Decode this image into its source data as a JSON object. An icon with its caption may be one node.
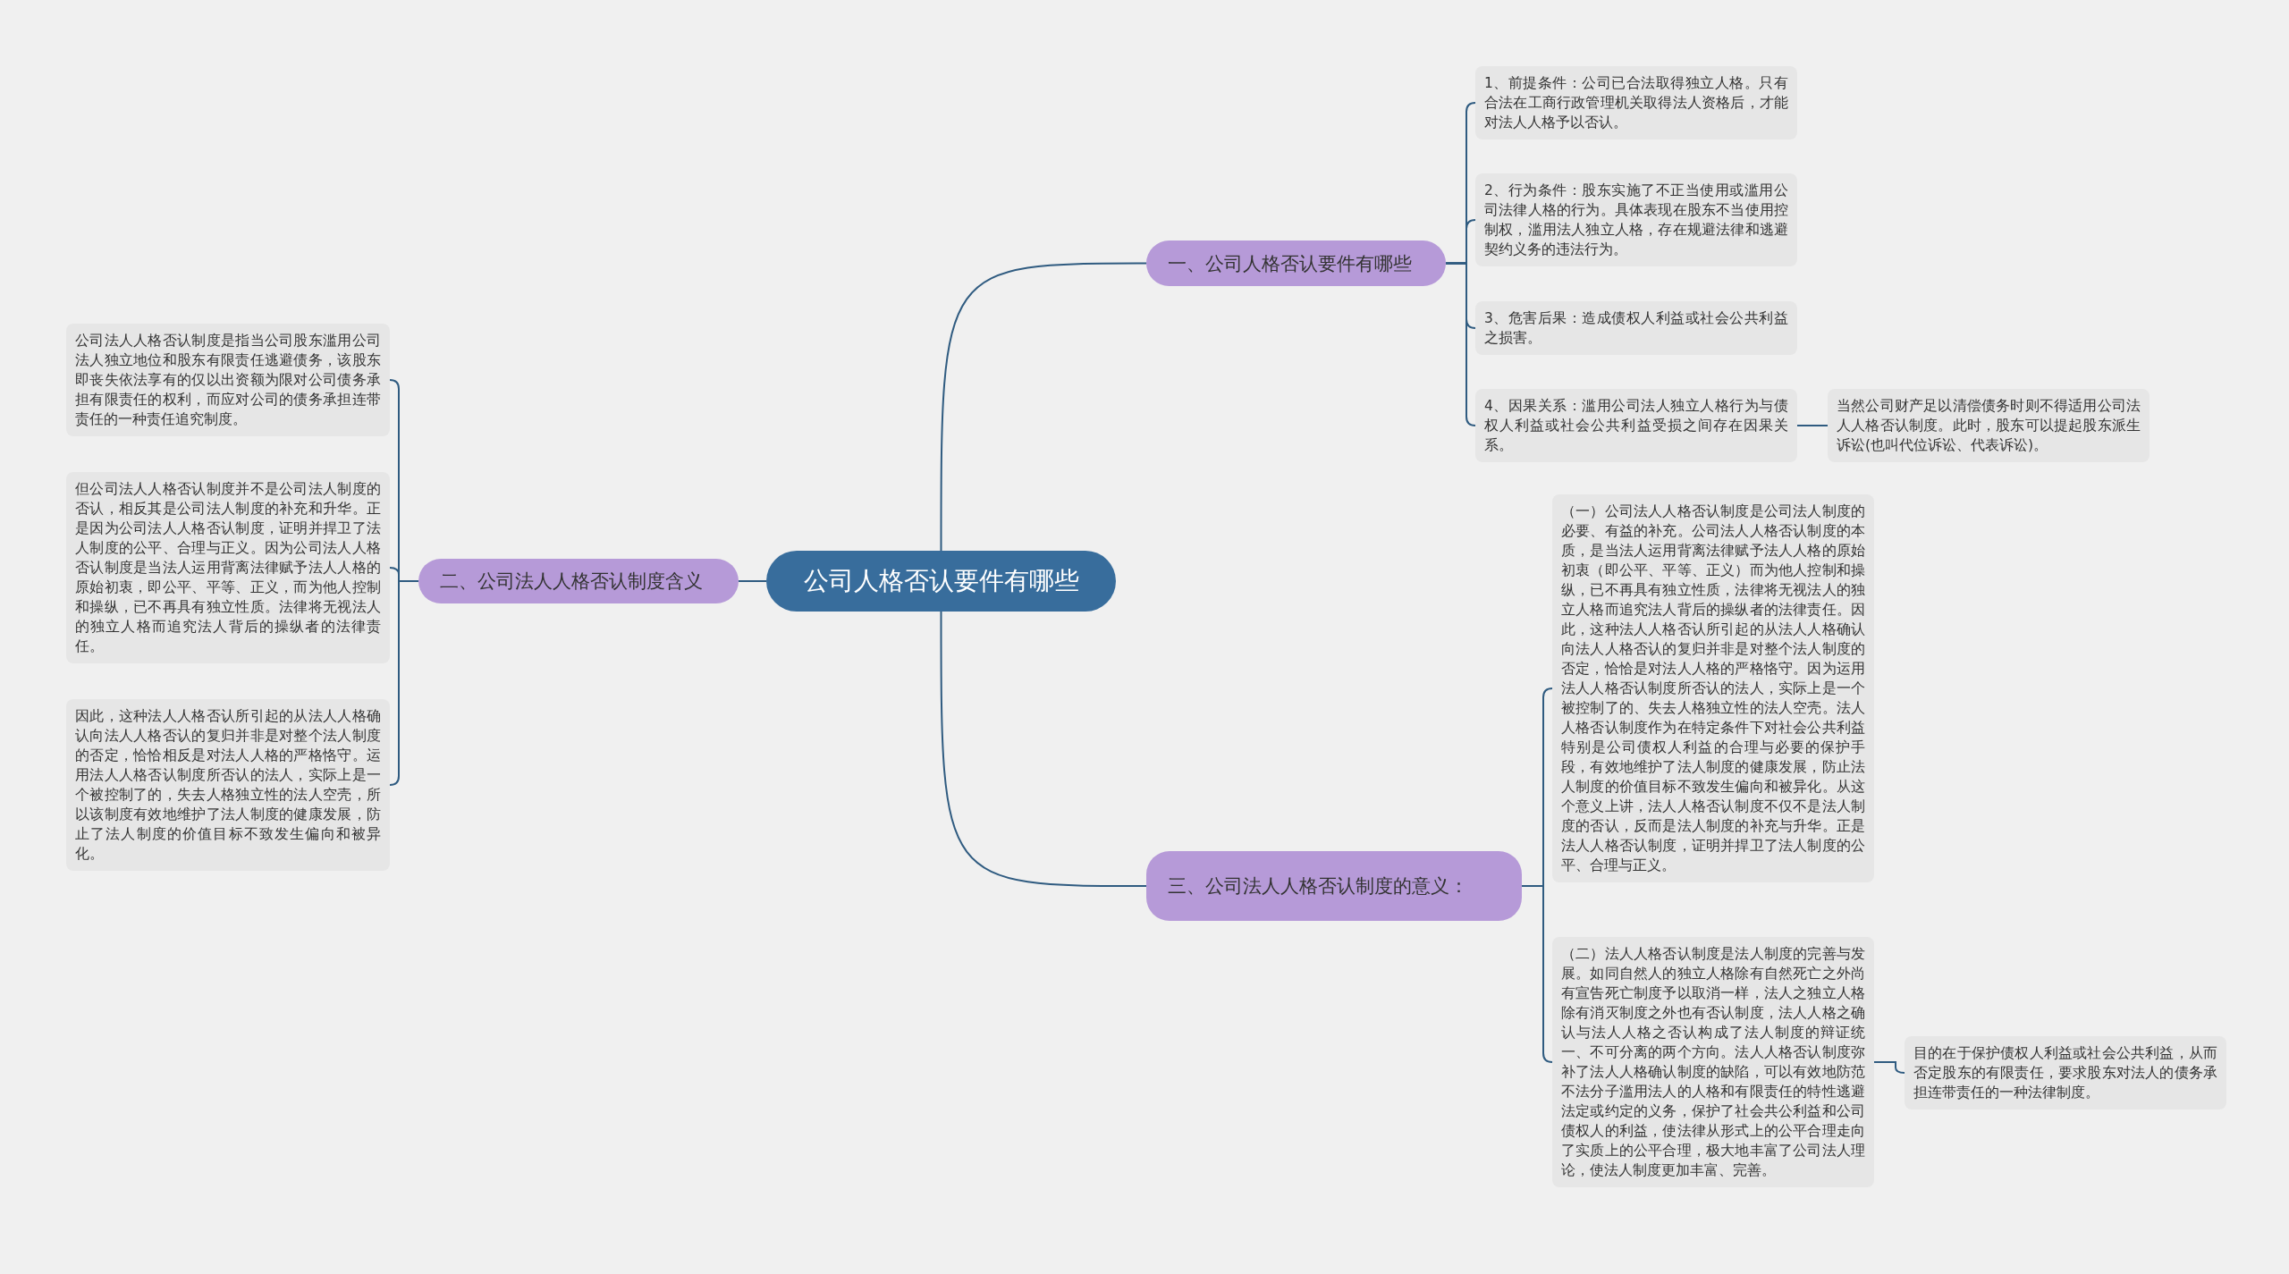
{
  "diagram": {
    "nodes": [
      {
        "text": [
          "公司人格否认要件有哪些"
        ]
      },
      {
        "text": [
          "一、公司人格否认要件有哪些"
        ]
      },
      {
        "text": [
          "1、前提条件：公司已合法取得独立人格。只有合法在工商行政管理机关取得法人资格后，才能对法人人格予以否认。"
        ]
      },
      {
        "text": [
          "2、行为条件：股东实施了不正当使用或滥用公司法律人格的行为。具体表现在股东不当使用控制权，滥用法人独立人格，存在规避法律和逃避契约义务的违法行为。"
        ]
      },
      {
        "text": [
          "3、危害后果：造成债权人利益或社会公共利益之损害。"
        ]
      },
      {
        "text": [
          "4、因果关系：滥用公司法人独立人格行为与债权人利益或社会公共利益受损之间存在因果关系。"
        ]
      },
      {
        "text": [
          "当然公司财产足以清偿债务时则不得适用公司法人人格否认制度。此时，股东可以提起股东派生诉讼(也叫代位诉讼、代表诉讼)。"
        ]
      },
      {
        "text": [
          "二、公司法人人格否认制度含义"
        ]
      },
      {
        "text": [
          "公司法人人格否认制度是指当公司股东滥用公司法人独立地位和股东有限责任逃避债务，该股东即丧失依法享有的仅以出资额为限对公司债务承担有限责任的权利，而应对公司的债务承担连带责任的一种责任追究制度。"
        ]
      },
      {
        "text": [
          "但公司法人人格否认制度并不是公司法人制度的否认，相反其是公司法人制度的补充和升华。正是因为公司法人人格否认制度，证明并捍卫了法人制度的公平、合理与正义。因为公司法人人格否认制度是当法人运用背离法律赋予法人人格的原始初衷，即公平、平等、正义，而为他人控制和操纵，已不再具有独立性质。法律将无视法人的独立人格而追究法人背后的操纵者的法律责任。"
        ]
      },
      {
        "text": [
          "因此，这种法人人格否认所引起的从法人人格确认向法人人格否认的复归并非是对整个法人制度的否定，恰恰相反是对法人人格的严格恪守。运用法人人格否认制度所否认的法人，实际上是一个被控制了的，失去人格独立性的法人空壳，所以该制度有效地维护了法人制度的健康发展，防止了法人制度的价值目标不致发生偏向和被异化。"
        ]
      },
      {
        "text": [
          "三、公司法人人格否认制度的意义："
        ]
      },
      {
        "text": [
          "（一）公司法人人格否认制度是公司法人制度的必要、有益的补充。公司法人人格否认制度的本质，是当法人运用背离法律赋予法人人格的原始初衷（即公平、平等、正义）而为他人控制和操纵，已不再具有独立性质，法律将无视法人的独立人格而追究法人背后的操纵者的法律责任。因此，这种法人人格否认所引起的从法人人格确认向法人人格否认的复归并非是对整个法人制度的否定，恰恰是对法人人格的严格恪守。因为运用法人人格否认制度所否认的法人，实际上是一个被控制了的、失去人格独立性的法人空壳。法人人格否认制度作为在特定条件下对社会公共利益特别是公司债权人利益的合理与必要的保护手段，有效地维护了法人制度的健康发展，防止法人制度的价值目标不致发生偏向和被异化。从这个意义上讲，法人人格否认制度不仅不是法人制度的否认，反而是法人制度的补充与升华。正是法人人格否认制度，证明并捍卫了法人制度的公平、合理与正义。"
        ]
      },
      {
        "text": [
          "（二）法人人格否认制度是法人制度的完善与发展。如同自然人的独立人格除有自然死亡之外尚有宣告死亡制度予以取消一样，法人之独立人格除有消灭制度之外也有否认制度，法人人格之确认与法人人格之否认构成了法人制度的辩证统一、不可分离的两个方向。法人人格否认制度弥补了法人人格确认制度的缺陷，可以有效地防范不法分子滥用法人的人格和有限责任的特性逃避法定或约定的义务，保护了社会共公利益和公司债权人的利益，使法律从形式上的公平合理走向了实质上的公平合理，极大地丰富了公司法人理论，使法人制度更加丰富、完善。"
        ]
      },
      {
        "text": [
          "目的在于保护债权人利益或社会公共利益，从而否定股东的有限责任，要求股东对法人的债务承担连带责任的一种法律制度。"
        ]
      }
    ],
    "edges": [
      {
        "from": 0,
        "to": 1,
        "arrow": "none"
      },
      {
        "from": 1,
        "to": 2,
        "arrow": "none"
      },
      {
        "from": 1,
        "to": 3,
        "arrow": "none"
      },
      {
        "from": 1,
        "to": 4,
        "arrow": "none"
      },
      {
        "from": 1,
        "to": 5,
        "arrow": "none"
      },
      {
        "from": 5,
        "to": 6,
        "arrow": "none"
      },
      {
        "from": 0,
        "to": 7,
        "arrow": "none"
      },
      {
        "from": 7,
        "to": 8,
        "arrow": "none"
      },
      {
        "from": 7,
        "to": 9,
        "arrow": "none"
      },
      {
        "from": 7,
        "to": 10,
        "arrow": "none"
      },
      {
        "from": 0,
        "to": 11,
        "arrow": "none"
      },
      {
        "from": 11,
        "to": 12,
        "arrow": "none"
      },
      {
        "from": 11,
        "to": 13,
        "arrow": "none"
      },
      {
        "from": 13,
        "to": 14,
        "arrow": "none"
      }
    ]
  }
}
